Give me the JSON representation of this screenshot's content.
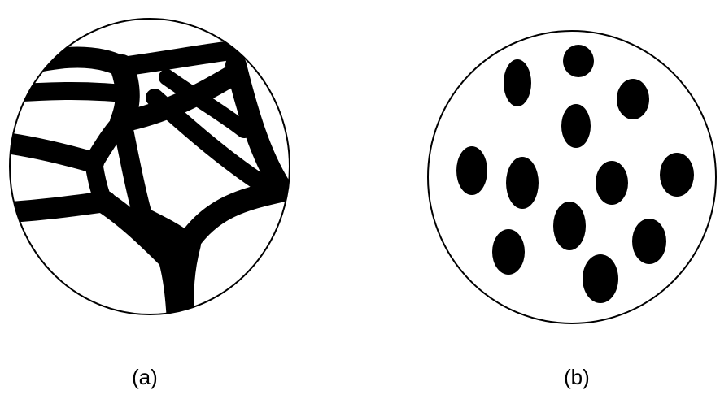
{
  "figure": {
    "panels": [
      {
        "id": "a",
        "label": "(a)",
        "description_key": "network-pattern"
      },
      {
        "id": "b",
        "label": "(b)",
        "description_key": "dot-pattern"
      }
    ]
  },
  "colors": {
    "ink": "#000000",
    "background": "#ffffff"
  }
}
